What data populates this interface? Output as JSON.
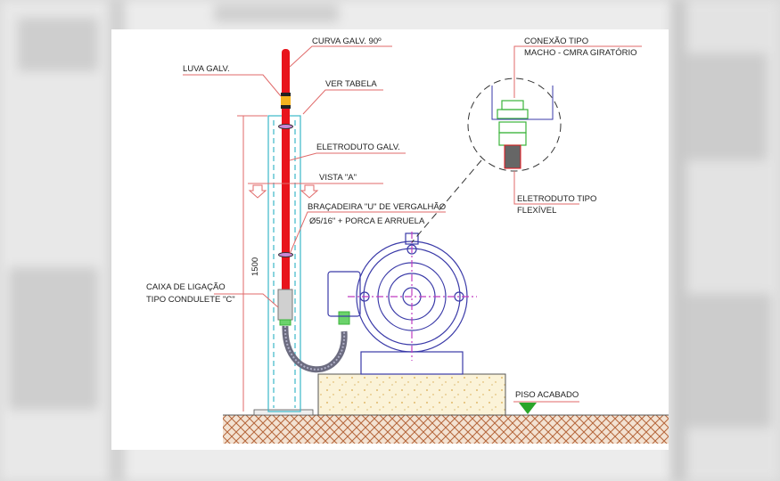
{
  "labels": {
    "curva": "CURVA GALV. 90º",
    "luva": "LUVA GALV.",
    "ver_tabela": "VER TABELA",
    "eletroduto_galv": "ELETRODUTO GALV.",
    "vista": "VISTA \"A\"",
    "bracadeira_1": "BRAÇADEIRA \"U\" DE VERGALHÃO",
    "bracadeira_2": "Ø5/16\" + PORCA E ARRUELA",
    "caixa_1": "CAIXA DE LIGAÇÃO",
    "caixa_2": "TIPO CONDULETE \"C\"",
    "dimension": "1500",
    "piso": "PISO ACABADO",
    "conexao_1": "CONEXÃO TIPO",
    "conexao_2": "MACHO - CMRA GIRATÓRIO",
    "flex_1": "ELETRODUTO TIPO",
    "flex_2": "FLEXÍVEL"
  },
  "colors": {
    "conduit": "#e8141c",
    "leader": "#e06a6a",
    "motor": "#3a3aa8",
    "fitting": "#3bb33b",
    "ground": "#b5653a",
    "floor_marker": "#2aa52a"
  }
}
